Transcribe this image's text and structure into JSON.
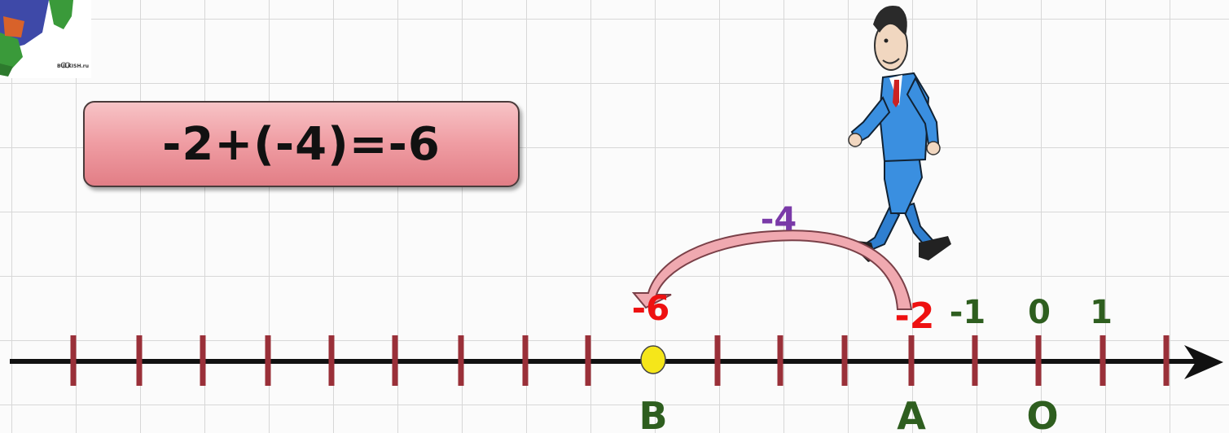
{
  "equation": "-2+(-4)=-6",
  "logo": {
    "text": "BULKISH.ru"
  },
  "number_line": {
    "visible_numbers": [
      "-1",
      "0",
      "1"
    ],
    "start_label": "-2",
    "end_label": "-6",
    "jump_label": "-4",
    "points": {
      "A": "A",
      "B": "B",
      "O": "O"
    }
  },
  "colors": {
    "axis": "#111111",
    "tick": "#9a3039",
    "green_label": "#2e5e1f",
    "red_label": "#ee1111",
    "purple_label": "#7a3aa8",
    "point_b": "#f5e61a",
    "arrow_fill": "#f0a9b0"
  }
}
